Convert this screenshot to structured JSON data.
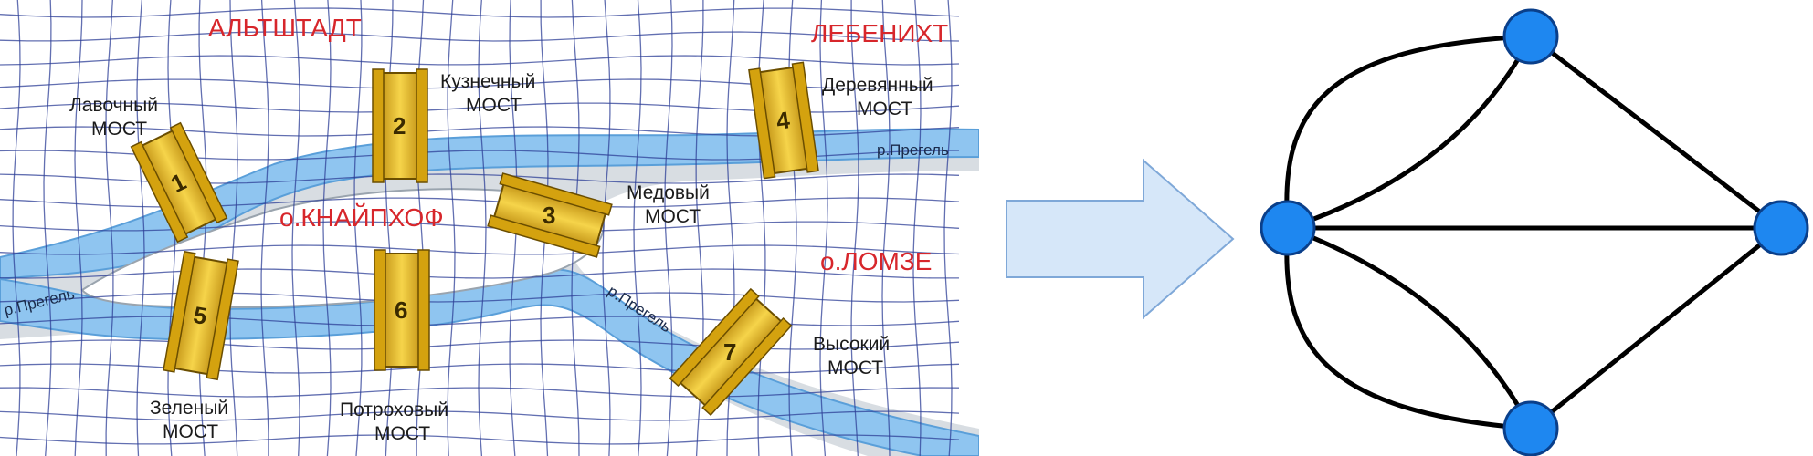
{
  "colors": {
    "river": "#8fc5f0",
    "river_edge": "#5a9fd9",
    "grid": "#2e3f97",
    "district_label": "#d7262b",
    "bridge": "#f1c40f",
    "arrow_fill": "#d6e7f9",
    "arrow_stroke": "#7fa8d8",
    "node": "#1e87f0",
    "edge": "#000000"
  },
  "map": {
    "districts": [
      {
        "id": "altstadt",
        "text": "АЛЬТШТАДТ"
      },
      {
        "id": "lebenicht",
        "text": "ЛЕБЕНИХТ"
      },
      {
        "id": "kneiphof",
        "text": "о.КНАЙПХОФ"
      },
      {
        "id": "lomse",
        "text": "о.ЛОМЗЕ"
      }
    ],
    "river_labels": [
      {
        "id": "east",
        "text": "р.Прегель"
      },
      {
        "id": "west",
        "text": "р.Прегель"
      },
      {
        "id": "south",
        "text": "р.Прегель"
      }
    ],
    "bridges": [
      {
        "id": "1",
        "number": "1",
        "name_line1": "Лавочный",
        "name_line2": "МОСТ"
      },
      {
        "id": "2",
        "number": "2",
        "name_line1": "Кузнечный",
        "name_line2": "МОСТ"
      },
      {
        "id": "3",
        "number": "3",
        "name_line1": "Медовый",
        "name_line2": "МОСТ"
      },
      {
        "id": "4",
        "number": "4",
        "name_line1": "Деревянный",
        "name_line2": "МОСТ"
      },
      {
        "id": "5",
        "number": "5",
        "name_line1": "Зеленый",
        "name_line2": "МОСТ"
      },
      {
        "id": "6",
        "number": "6",
        "name_line1": "Потроховый",
        "name_line2": "МОСТ"
      },
      {
        "id": "7",
        "number": "7",
        "name_line1": "Высокий",
        "name_line2": "МОСТ"
      }
    ]
  },
  "graph": {
    "nodes": [
      "altstadt",
      "kneiphof",
      "lomse",
      "lebenicht"
    ],
    "edges": [
      [
        "kneiphof",
        "altstadt"
      ],
      [
        "kneiphof",
        "altstadt"
      ],
      [
        "kneiphof",
        "lebenicht"
      ],
      [
        "kneiphof",
        "lebenicht"
      ],
      [
        "kneiphof",
        "lomse"
      ],
      [
        "altstadt",
        "lomse"
      ],
      [
        "lebenicht",
        "lomse"
      ]
    ]
  }
}
